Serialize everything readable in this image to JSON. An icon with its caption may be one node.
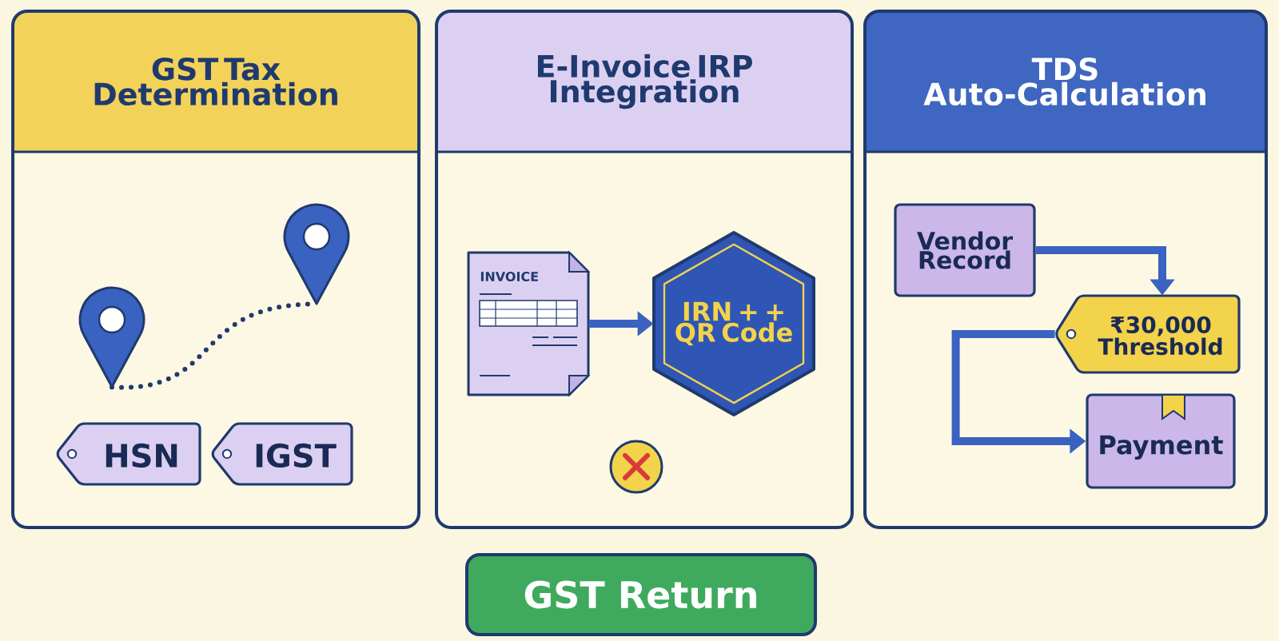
{
  "diagram": {
    "nodes": [
      {
        "text": [
          "GST Tax Determination"
        ]
      },
      {
        "text": [],
        "shape": "pin",
        "in": 0
      },
      {
        "text": [],
        "shape": "pin",
        "in": 0
      },
      {
        "text": [
          "HSN"
        ],
        "in": 0
      },
      {
        "text": [
          "IGST"
        ],
        "in": 0
      },
      {
        "text": [
          "E-Invoice IRP Integration"
        ]
      },
      {
        "text": [
          "INVOICE"
        ],
        "in": 5
      },
      {
        "text": [
          "IRN + + QR Code"
        ],
        "in": 5
      },
      {
        "text": [
          "TDS Auto-Calculation"
        ]
      },
      {
        "text": [
          "Vendor Record"
        ],
        "in": 8
      },
      {
        "text": [
          "₹30,000 Threshold"
        ],
        "in": 8
      },
      {
        "text": [
          "Payment"
        ],
        "in": 8
      },
      {
        "text": [
          "GST Return"
        ]
      }
    ],
    "edges": [
      {
        "from": 1,
        "to": 2,
        "arrow": "none",
        "style": "dashed",
        "color": "#1f3a6e"
      },
      {
        "from": 6,
        "to": 7,
        "arrow": "to"
      },
      {
        "from": 9,
        "to": 10,
        "arrow": "to"
      },
      {
        "from": 10,
        "to": 11,
        "arrow": "to"
      }
    ]
  }
}
